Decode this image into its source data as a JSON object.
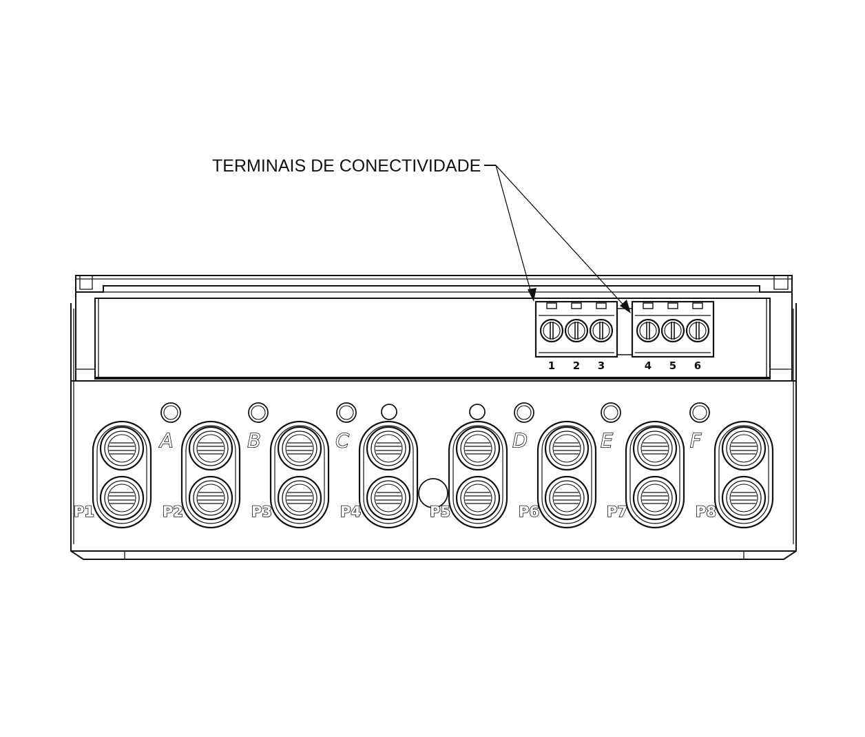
{
  "callout": {
    "label": "TERMINAIS DE CONECTIVIDADE"
  },
  "terminal_blocks": [
    {
      "terminals": [
        "1",
        "2",
        "3"
      ]
    },
    {
      "terminals": [
        "4",
        "5",
        "6"
      ]
    }
  ],
  "zone_leds": [
    "A",
    "B",
    "C",
    "D",
    "E",
    "F"
  ],
  "ports": [
    "P1",
    "P2",
    "P3",
    "P4",
    "P5",
    "P6",
    "P7",
    "P8"
  ],
  "colors": {
    "line": "#111111",
    "background": "#ffffff"
  }
}
